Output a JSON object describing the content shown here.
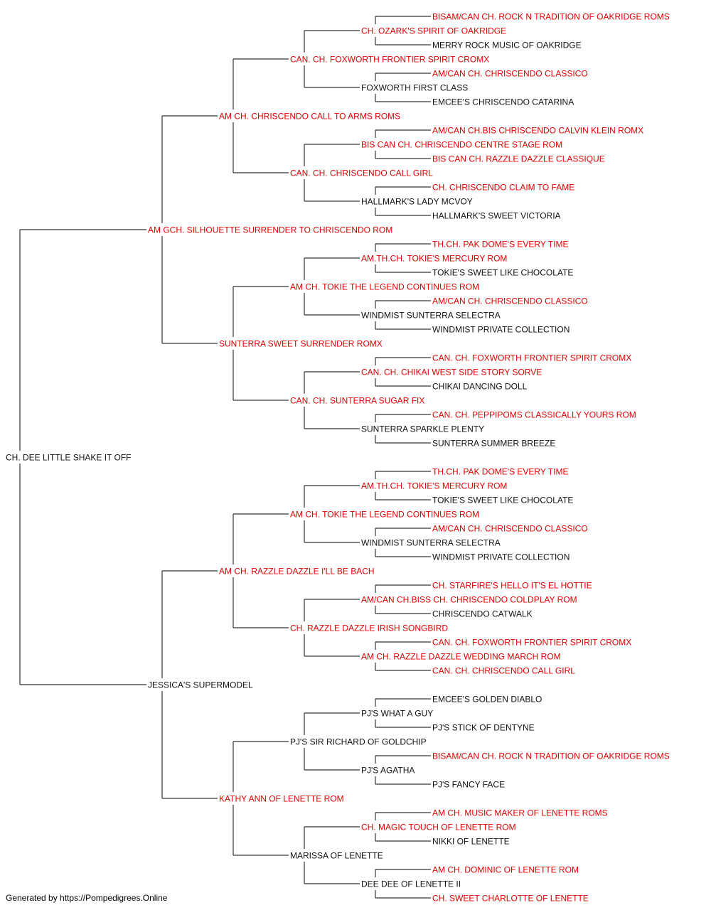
{
  "colors": {
    "champion": "#e00000",
    "normal": "#111111",
    "line": "#333333"
  },
  "footer": "Generated by https://Pompedigrees.Online",
  "pedigree": {
    "name": "CH. DEE LITTLE SHAKE IT OFF",
    "champion": false,
    "sire": {
      "name": "AM GCH. SILHOUETTE SURRENDER TO CHRISCENDO ROM",
      "champion": true,
      "sire": {
        "name": "AM CH. CHRISCENDO CALL TO ARMS ROMS",
        "champion": true,
        "sire": {
          "name": "CAN. CH. FOXWORTH FRONTIER SPIRIT CROMX",
          "champion": true,
          "sire": {
            "name": "CH. OZARK'S SPIRIT OF OAKRIDGE",
            "champion": true,
            "sire": {
              "name": "BISAM/CAN CH. ROCK N TRADITION OF OAKRIDGE ROMS",
              "champion": true
            },
            "dam": {
              "name": "MERRY ROCK MUSIC OF OAKRIDGE",
              "champion": false
            }
          },
          "dam": {
            "name": "FOXWORTH FIRST CLASS",
            "champion": false,
            "sire": {
              "name": "AM/CAN CH. CHRISCENDO CLASSICO",
              "champion": true
            },
            "dam": {
              "name": "EMCEE'S CHRISCENDO CATARINA",
              "champion": false
            }
          }
        },
        "dam": {
          "name": "CAN. CH. CHRISCENDO CALL GIRL",
          "champion": true,
          "sire": {
            "name": "BIS CAN CH. CHRISCENDO CENTRE STAGE ROM",
            "champion": true,
            "sire": {
              "name": "AM/CAN CH.BIS CHRISCENDO CALVIN KLEIN ROMX",
              "champion": true
            },
            "dam": {
              "name": "BIS CAN CH. RAZZLE DAZZLE CLASSIQUE",
              "champion": true
            }
          },
          "dam": {
            "name": "HALLMARK'S LADY MCVOY",
            "champion": false,
            "sire": {
              "name": "CH. CHRISCENDO CLAIM TO FAME",
              "champion": true
            },
            "dam": {
              "name": "HALLMARK'S SWEET VICTORIA",
              "champion": false
            }
          }
        }
      },
      "dam": {
        "name": "SUNTERRA SWEET SURRENDER ROMX",
        "champion": true,
        "sire": {
          "name": "AM CH. TOKIE THE LEGEND CONTINUES ROM",
          "champion": true,
          "sire": {
            "name": "AM.TH.CH. TOKIE'S MERCURY ROM",
            "champion": true,
            "sire": {
              "name": "TH.CH. PAK DOME'S EVERY TIME",
              "champion": true
            },
            "dam": {
              "name": "TOKIE'S SWEET LIKE CHOCOLATE",
              "champion": false
            }
          },
          "dam": {
            "name": "WINDMIST SUNTERRA SELECTRA",
            "champion": false,
            "sire": {
              "name": "AM/CAN CH. CHRISCENDO CLASSICO",
              "champion": true
            },
            "dam": {
              "name": "WINDMIST PRIVATE COLLECTION",
              "champion": false
            }
          }
        },
        "dam": {
          "name": "CAN. CH. SUNTERRA SUGAR FIX",
          "champion": true,
          "sire": {
            "name": "CAN. CH. CHIKAI WEST SIDE STORY SORVE",
            "champion": true,
            "sire": {
              "name": "CAN. CH. FOXWORTH FRONTIER SPIRIT CROMX",
              "champion": true
            },
            "dam": {
              "name": "CHIKAI DANCING DOLL",
              "champion": false
            }
          },
          "dam": {
            "name": "SUNTERRA SPARKLE PLENTY",
            "champion": false,
            "sire": {
              "name": "CAN. CH. PEPPIPOMS CLASSICALLY YOURS ROM",
              "champion": true
            },
            "dam": {
              "name": "SUNTERRA SUMMER BREEZE",
              "champion": false
            }
          }
        }
      }
    },
    "dam": {
      "name": "JESSICA'S SUPERMODEL",
      "champion": false,
      "sire": {
        "name": "AM CH. RAZZLE DAZZLE I'LL BE BACH",
        "champion": true,
        "sire": {
          "name": "AM CH. TOKIE THE LEGEND CONTINUES ROM",
          "champion": true,
          "sire": {
            "name": "AM.TH.CH. TOKIE'S MERCURY ROM",
            "champion": true,
            "sire": {
              "name": "TH.CH. PAK DOME'S EVERY TIME",
              "champion": true
            },
            "dam": {
              "name": "TOKIE'S SWEET LIKE CHOCOLATE",
              "champion": false
            }
          },
          "dam": {
            "name": "WINDMIST SUNTERRA SELECTRA",
            "champion": false,
            "sire": {
              "name": "AM/CAN CH. CHRISCENDO CLASSICO",
              "champion": true
            },
            "dam": {
              "name": "WINDMIST PRIVATE COLLECTION",
              "champion": false
            }
          }
        },
        "dam": {
          "name": "CH. RAZZLE DAZZLE IRISH SONGBIRD",
          "champion": true,
          "sire": {
            "name": "AM/CAN CH.BISS CH. CHRISCENDO COLDPLAY ROM",
            "champion": true,
            "sire": {
              "name": "CH. STARFIRE'S HELLO IT'S EL HOTTIE",
              "champion": true
            },
            "dam": {
              "name": "CHRISCENDO CATWALK",
              "champion": false
            }
          },
          "dam": {
            "name": "AM CH. RAZZLE DAZZLE WEDDING MARCH ROM",
            "champion": true,
            "sire": {
              "name": "CAN. CH. FOXWORTH FRONTIER SPIRIT CROMX",
              "champion": true
            },
            "dam": {
              "name": "CAN. CH. CHRISCENDO CALL GIRL",
              "champion": true
            }
          }
        }
      },
      "dam": {
        "name": "KATHY ANN OF LENETTE ROM",
        "champion": true,
        "sire": {
          "name": "PJ'S SIR RICHARD OF GOLDCHIP",
          "champion": false,
          "sire": {
            "name": "PJ'S WHAT A GUY",
            "champion": false,
            "sire": {
              "name": "EMCEE'S GOLDEN DIABLO",
              "champion": false
            },
            "dam": {
              "name": "PJ'S STICK OF DENTYNE",
              "champion": false
            }
          },
          "dam": {
            "name": "PJ'S AGATHA",
            "champion": false,
            "sire": {
              "name": "BISAM/CAN CH. ROCK N TRADITION OF OAKRIDGE ROMS",
              "champion": true
            },
            "dam": {
              "name": "PJ'S FANCY FACE",
              "champion": false
            }
          }
        },
        "dam": {
          "name": "MARISSA OF LENETTE",
          "champion": false,
          "sire": {
            "name": "CH. MAGIC TOUCH OF LENETTE ROM",
            "champion": true,
            "sire": {
              "name": "AM CH. MUSIC MAKER OF LENETTE ROMS",
              "champion": true
            },
            "dam": {
              "name": "NIKKI OF LENETTE",
              "champion": false
            }
          },
          "dam": {
            "name": "DEE DEE OF LENETTE II",
            "champion": false,
            "sire": {
              "name": "AM CH. DOMINIC OF LENETTE ROM",
              "champion": true
            },
            "dam": {
              "name": "CH. SWEET CHARLOTTE OF LENETTE",
              "champion": true
            }
          }
        }
      }
    }
  }
}
